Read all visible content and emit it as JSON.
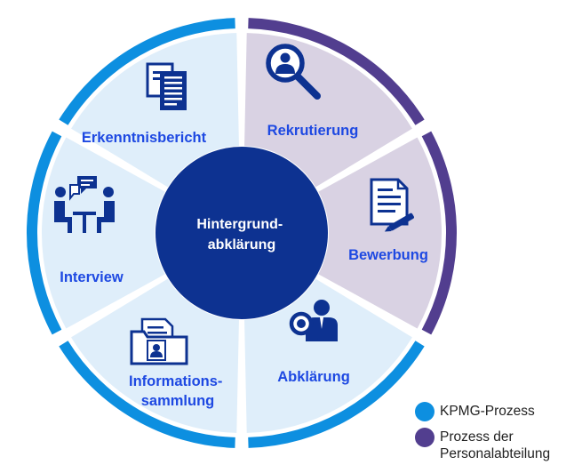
{
  "center": {
    "lines": [
      "Hintergrund-",
      "abklärung"
    ]
  },
  "segments": [
    {
      "id": "rekrutierung",
      "lines": [
        "Rekrutierung"
      ],
      "process": "hr",
      "icon": "magnifier-person-icon"
    },
    {
      "id": "bewerbung",
      "lines": [
        "Bewerbung"
      ],
      "process": "hr",
      "icon": "document-pen-icon"
    },
    {
      "id": "abklaerung",
      "lines": [
        "Abklärung"
      ],
      "process": "kpmg",
      "icon": "investigator-icon"
    },
    {
      "id": "informationssammlung",
      "lines": [
        "Informations-",
        "sammlung"
      ],
      "process": "kpmg",
      "icon": "folder-person-icon"
    },
    {
      "id": "interview",
      "lines": [
        "Interview"
      ],
      "process": "kpmg",
      "icon": "interview-icon"
    },
    {
      "id": "erkenntnisbericht",
      "lines": [
        "Erkenntnisbericht"
      ],
      "process": "kpmg",
      "icon": "report-documents-icon"
    }
  ],
  "legend": [
    {
      "id": "kpmg",
      "label": "KPMG-Prozess"
    },
    {
      "id": "hr",
      "label": "Prozess der\nPersonalabteilung"
    }
  ],
  "colors": {
    "kpmg_fill": "#dfeefa",
    "kpmg_ring": "#0d8fe0",
    "hr_fill": "#d9d2e3",
    "hr_ring": "#523e8f",
    "center": "#0d3291",
    "label": "#1e49e2",
    "icon": "#0d3291"
  }
}
